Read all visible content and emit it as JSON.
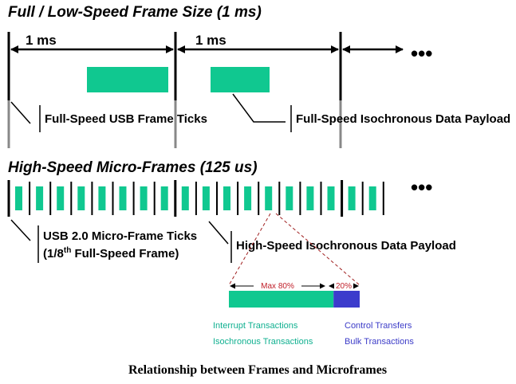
{
  "colors": {
    "payload": "#10c890",
    "bulk": "#3c3ccc",
    "tick": "#000000",
    "tick_gray": "#888888",
    "zoom_line": "#a02020",
    "percent_text": "#c0202a",
    "legend_green": "#10b090",
    "legend_blue": "#3c3cc8"
  },
  "full_speed": {
    "title": "Full / Low-Speed Frame Size (1 ms)",
    "interval_label_1": "1 ms",
    "interval_label_2": "1 ms",
    "ellipsis": "•••",
    "callout_ticks": "Full-Speed USB Frame Ticks",
    "callout_payload": "Full-Speed Isochronous Data Payload"
  },
  "high_speed": {
    "title": "High-Speed Micro-Frames (125 us)",
    "ellipsis": "•••",
    "callout_ticks_line1": "USB 2.0 Micro-Frame Ticks",
    "callout_ticks_line2_pre": "(1/8",
    "callout_ticks_line2_sup": "th",
    "callout_ticks_line2_post": " Full-Speed Frame)",
    "callout_payload": "High-Speed Isochronous Data Payload",
    "microframe_count": 18
  },
  "breakdown": {
    "periodic_label": "Max 80%",
    "async_label": "20%",
    "periodic_fraction": 0.8,
    "legend": {
      "interrupt": "Interrupt Transactions",
      "isochronous": "Isochronous Transactions",
      "control": "Control Transfers",
      "bulk": "Bulk Transactions"
    }
  },
  "caption": "Relationship between Frames and Microframes"
}
